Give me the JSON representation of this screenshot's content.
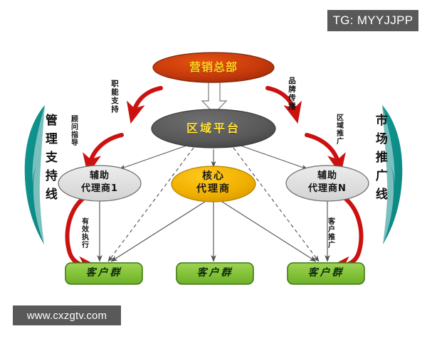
{
  "watermarks": {
    "top_right_tag": "TG: MYYJJPP",
    "bottom_left_tag": "www.cxzgtv.com"
  },
  "diagram": {
    "title": "",
    "nodes": {
      "headquarters": {
        "label_line1": "营销总部",
        "shape": "ellipse",
        "fill": "#c6390c",
        "text_color": "#ffd21e"
      },
      "regional_platform": {
        "label_line1": "区域平台",
        "shape": "ellipse",
        "fill": "#585858",
        "text_color": "#ffe23a"
      },
      "aux_agent_1": {
        "label_line1": "辅助",
        "label_line2": "代理商1",
        "shape": "ellipse",
        "fill": "#dcdcdc",
        "text_color": "#111111"
      },
      "core_agent": {
        "label_line1": "核心",
        "label_line2": "代理商",
        "shape": "ellipse",
        "fill": "#f0b400",
        "text_color": "#1a1a1a"
      },
      "aux_agent_n": {
        "label_line1": "辅助",
        "label_line2": "代理商N",
        "shape": "ellipse",
        "fill": "#dcdcdc",
        "text_color": "#111111"
      },
      "customer_group_left": {
        "label": "客户群",
        "shape": "rounded-rect",
        "fill": "#8cc63e",
        "text_color": "#0f2d0f"
      },
      "customer_group_center": {
        "label": "客户群",
        "shape": "rounded-rect",
        "fill": "#8cc63e",
        "text_color": "#0f2d0f"
      },
      "customer_group_right": {
        "label": "客户群",
        "shape": "rounded-rect",
        "fill": "#8cc63e",
        "text_color": "#0f2d0f"
      }
    },
    "side_labels": {
      "left_line": "管理支持线",
      "right_line": "市场推广线",
      "left_ribbon_color": "#0e8f8f",
      "right_ribbon_color": "#0e8f8f"
    },
    "arrow_labels": {
      "functional_support": "职能支持",
      "brand_communication": "品牌传播",
      "consultant_guidance": "顾问指导",
      "regional_promotion": "区域推广",
      "effective_execution": "有效执行",
      "customer_promotion": "客户推广"
    },
    "edge_colors": {
      "red_arrow": "#cc1111",
      "connector": "#5a5a5a",
      "block_arrow_outline": "#8a8a8a",
      "block_arrow_fill": "#ffffff"
    }
  }
}
